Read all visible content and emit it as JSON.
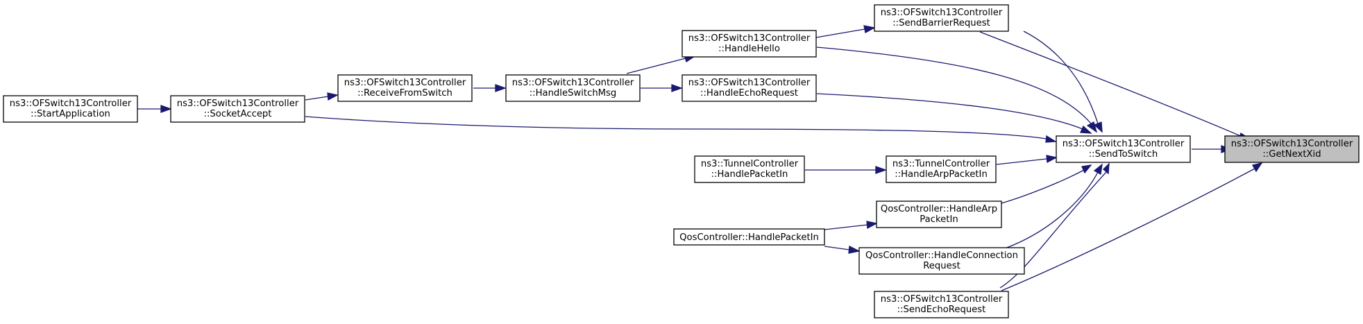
{
  "colors": {
    "edge": "#191970",
    "highlight_fill": "#bfbfbf",
    "node_border": "#000000"
  },
  "nodes": {
    "get_next_xid": {
      "line1": "ns3::OFSwitch13Controller",
      "line2": "::GetNextXid"
    },
    "send_to_switch": {
      "line1": "ns3::OFSwitch13Controller",
      "line2": "::SendToSwitch"
    },
    "send_barrier_request": {
      "line1": "ns3::OFSwitch13Controller",
      "line2": "::SendBarrierRequest"
    },
    "handle_hello": {
      "line1": "ns3::OFSwitch13Controller",
      "line2": "::HandleHello"
    },
    "handle_echo_request": {
      "line1": "ns3::OFSwitch13Controller",
      "line2": "::HandleEchoRequest"
    },
    "handle_switch_msg": {
      "line1": "ns3::OFSwitch13Controller",
      "line2": "::HandleSwitchMsg"
    },
    "receive_from_switch": {
      "line1": "ns3::OFSwitch13Controller",
      "line2": "::ReceiveFromSwitch"
    },
    "socket_accept": {
      "line1": "ns3::OFSwitch13Controller",
      "line2": "::SocketAccept"
    },
    "start_application": {
      "line1": "ns3::OFSwitch13Controller",
      "line2": "::StartApplication"
    },
    "tunnel_handle_arp": {
      "line1": "ns3::TunnelController",
      "line2": "::HandleArpPacketIn"
    },
    "tunnel_handle_packet_in": {
      "line1": "ns3::TunnelController",
      "line2": "::HandlePacketIn"
    },
    "qos_handle_arp": {
      "line1": "QosController::HandleArp",
      "line2": "PacketIn"
    },
    "qos_handle_connection": {
      "line1": "QosController::HandleConnection",
      "line2": "Request"
    },
    "qos_handle_packet_in": {
      "line1": "QosController::HandlePacketIn"
    },
    "send_echo_request": {
      "line1": "ns3::OFSwitch13Controller",
      "line2": "::SendEchoRequest"
    }
  }
}
